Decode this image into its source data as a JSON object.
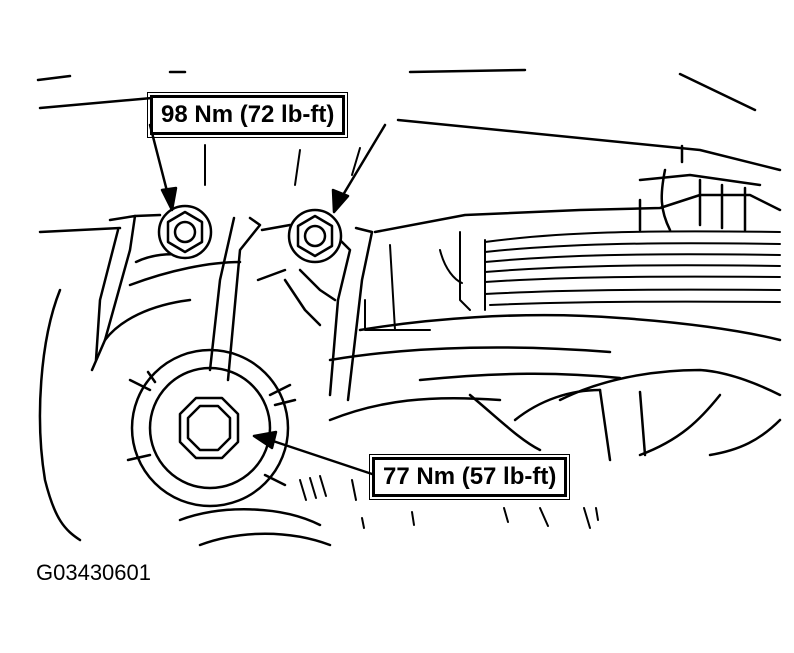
{
  "callouts": {
    "upper_torque": "98 Nm (72 lb-ft)",
    "lower_torque": "77 Nm (57 lb-ft)"
  },
  "figure_id": "G03430601"
}
